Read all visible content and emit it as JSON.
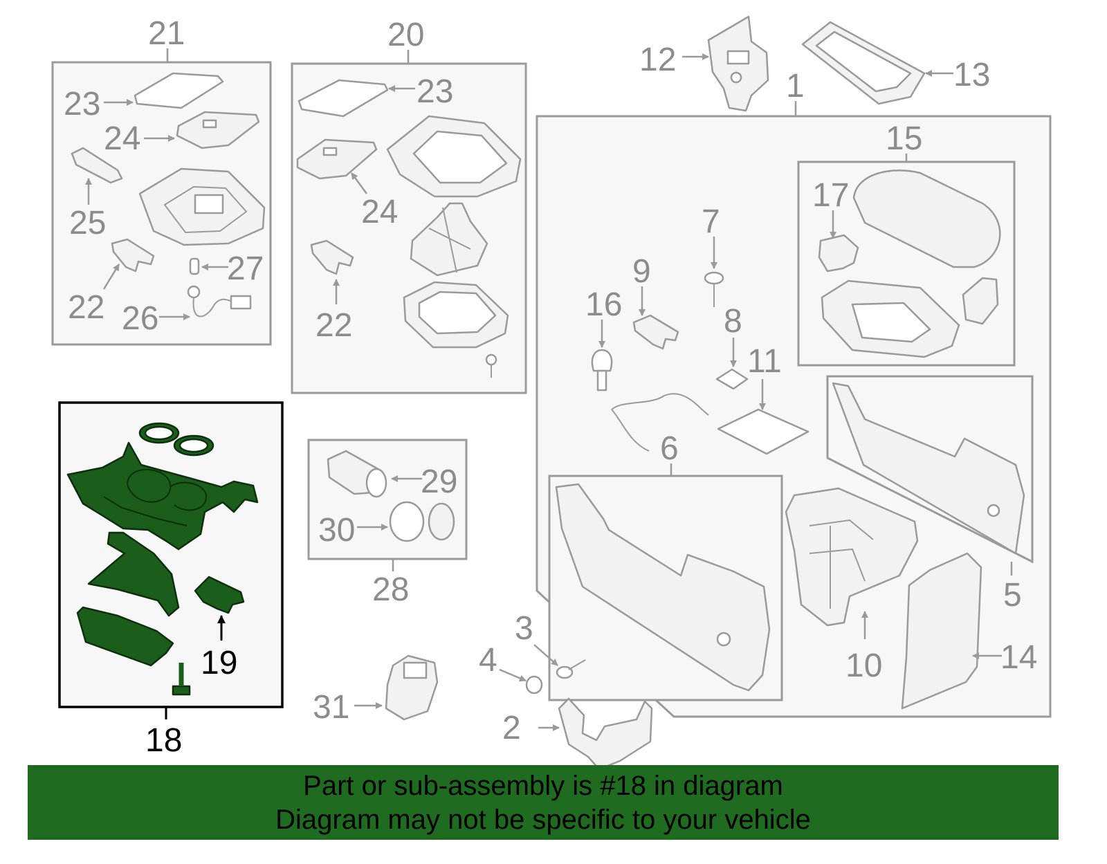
{
  "callouts": {
    "n1": "1",
    "n2": "2",
    "n3": "3",
    "n4": "4",
    "n5": "5",
    "n6": "6",
    "n7": "7",
    "n8": "8",
    "n9": "9",
    "n10": "10",
    "n11": "11",
    "n12": "12",
    "n13": "13",
    "n14": "14",
    "n15": "15",
    "n16": "16",
    "n17": "17",
    "n18": "18",
    "n19": "19",
    "n20": "20",
    "n21": "21",
    "n22a": "22",
    "n22b": "22",
    "n23a": "23",
    "n23b": "23",
    "n24a": "24",
    "n24b": "24",
    "n25": "25",
    "n26": "26",
    "n27": "27",
    "n28": "28",
    "n29": "29",
    "n30": "30",
    "n31": "31"
  },
  "highlight": {
    "part_number": "18",
    "color": "#1b5e1b"
  },
  "banner": {
    "line1": "Part or sub-assembly is #18 in diagram",
    "line2": "Diagram may not be specific to your vehicle",
    "background": "#1f6b1f"
  }
}
